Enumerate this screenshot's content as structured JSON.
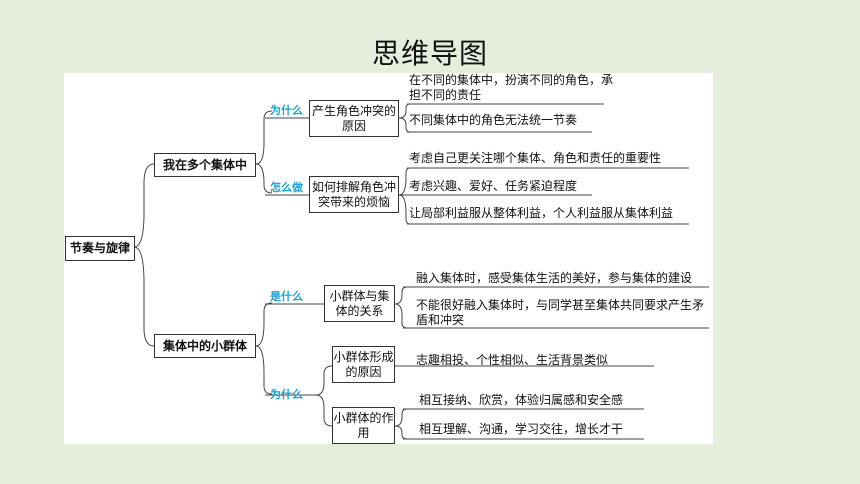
{
  "title": "思维导图",
  "root": "节奏与旋律",
  "branch1": {
    "label": "我在多个集体中",
    "tag_why": "为什么",
    "node_cause": "产生角色冲突的原因",
    "leaf_cause_1": "在不同的集体中，扮演不同的角色，承担不同的责任",
    "leaf_cause_2": "不同集体中的角色无法统一节奏",
    "tag_how": "怎么做",
    "node_solve": "如何排解角色冲突带来的烦恼",
    "leaf_solve_1": "考虑自己更关注哪个集体、角色和责任的重要性",
    "leaf_solve_2": "考虑兴趣、爱好、任务紧迫程度",
    "leaf_solve_3": "让局部利益服从整体利益，个人利益服从集体利益"
  },
  "branch2": {
    "label": "集体中的小群体",
    "tag_what": "是什么",
    "node_relation": "小群体与集体的关系",
    "leaf_relation_1": "融入集体时，感受集体生活的美好，参与集体的建设",
    "leaf_relation_2": "不能很好融入集体时，与同学甚至集体共同要求产生矛盾和冲突",
    "tag_why": "为什么",
    "node_reason": "小群体形成的原因",
    "leaf_reason_1": "志趣相投、个性相似、生活背景类似",
    "node_effect": "小群体的作用",
    "leaf_effect_1": "相互接纳、欣赏，体验归属感和安全感",
    "leaf_effect_2": "相互理解、沟通，学习交往，增长才干"
  }
}
